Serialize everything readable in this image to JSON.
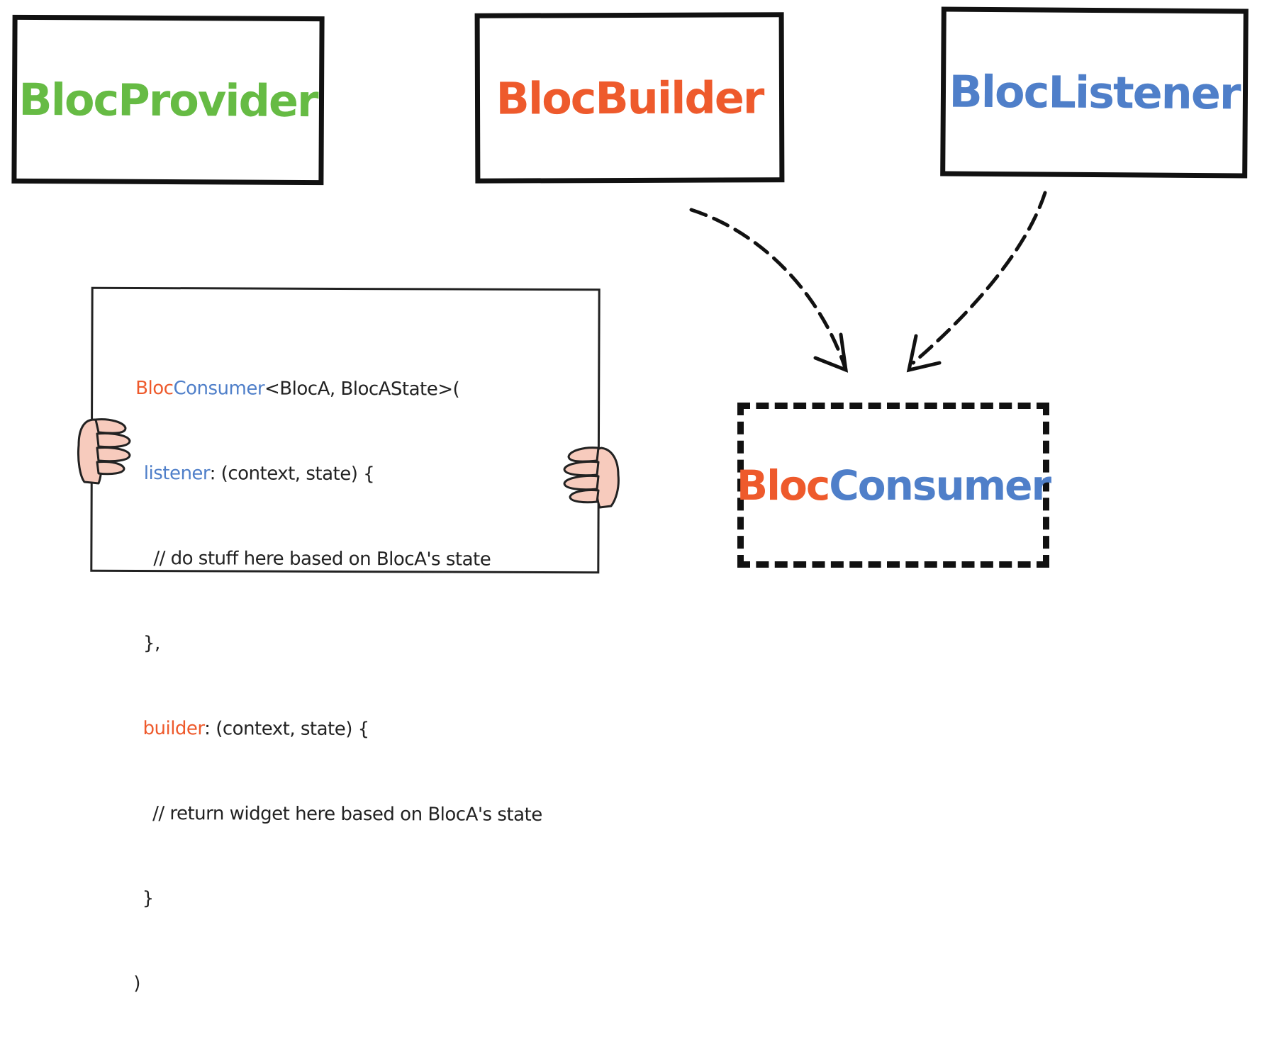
{
  "colors": {
    "provider": "#66bb44",
    "builder": "#ee5a2c",
    "listener": "#4f7fc9",
    "ink": "#111111",
    "skin": "#f7cbbd"
  },
  "boxes": {
    "provider": "BlocProvider",
    "builder": "BlocBuilder",
    "listener": "BlocListener"
  },
  "consumer": {
    "part1": "Bloc",
    "part2": "Consumer"
  },
  "code": {
    "l1": {
      "a": "Bloc",
      "b": "Consumer",
      "c": "<BlocA, BlocAState>("
    },
    "l2": {
      "a": "listener",
      "b": ": (context, state) {"
    },
    "l3": "// do stuff here based on BlocA's state",
    "l4": "},",
    "l5": {
      "a": "builder",
      "b": ": (context, state) {"
    },
    "l6": "// return widget here based on BlocA's state",
    "l7": "}",
    "l8": ")"
  },
  "arrows": [
    "dashed-arrow-builder-to-consumer",
    "dashed-arrow-listener-to-consumer"
  ]
}
